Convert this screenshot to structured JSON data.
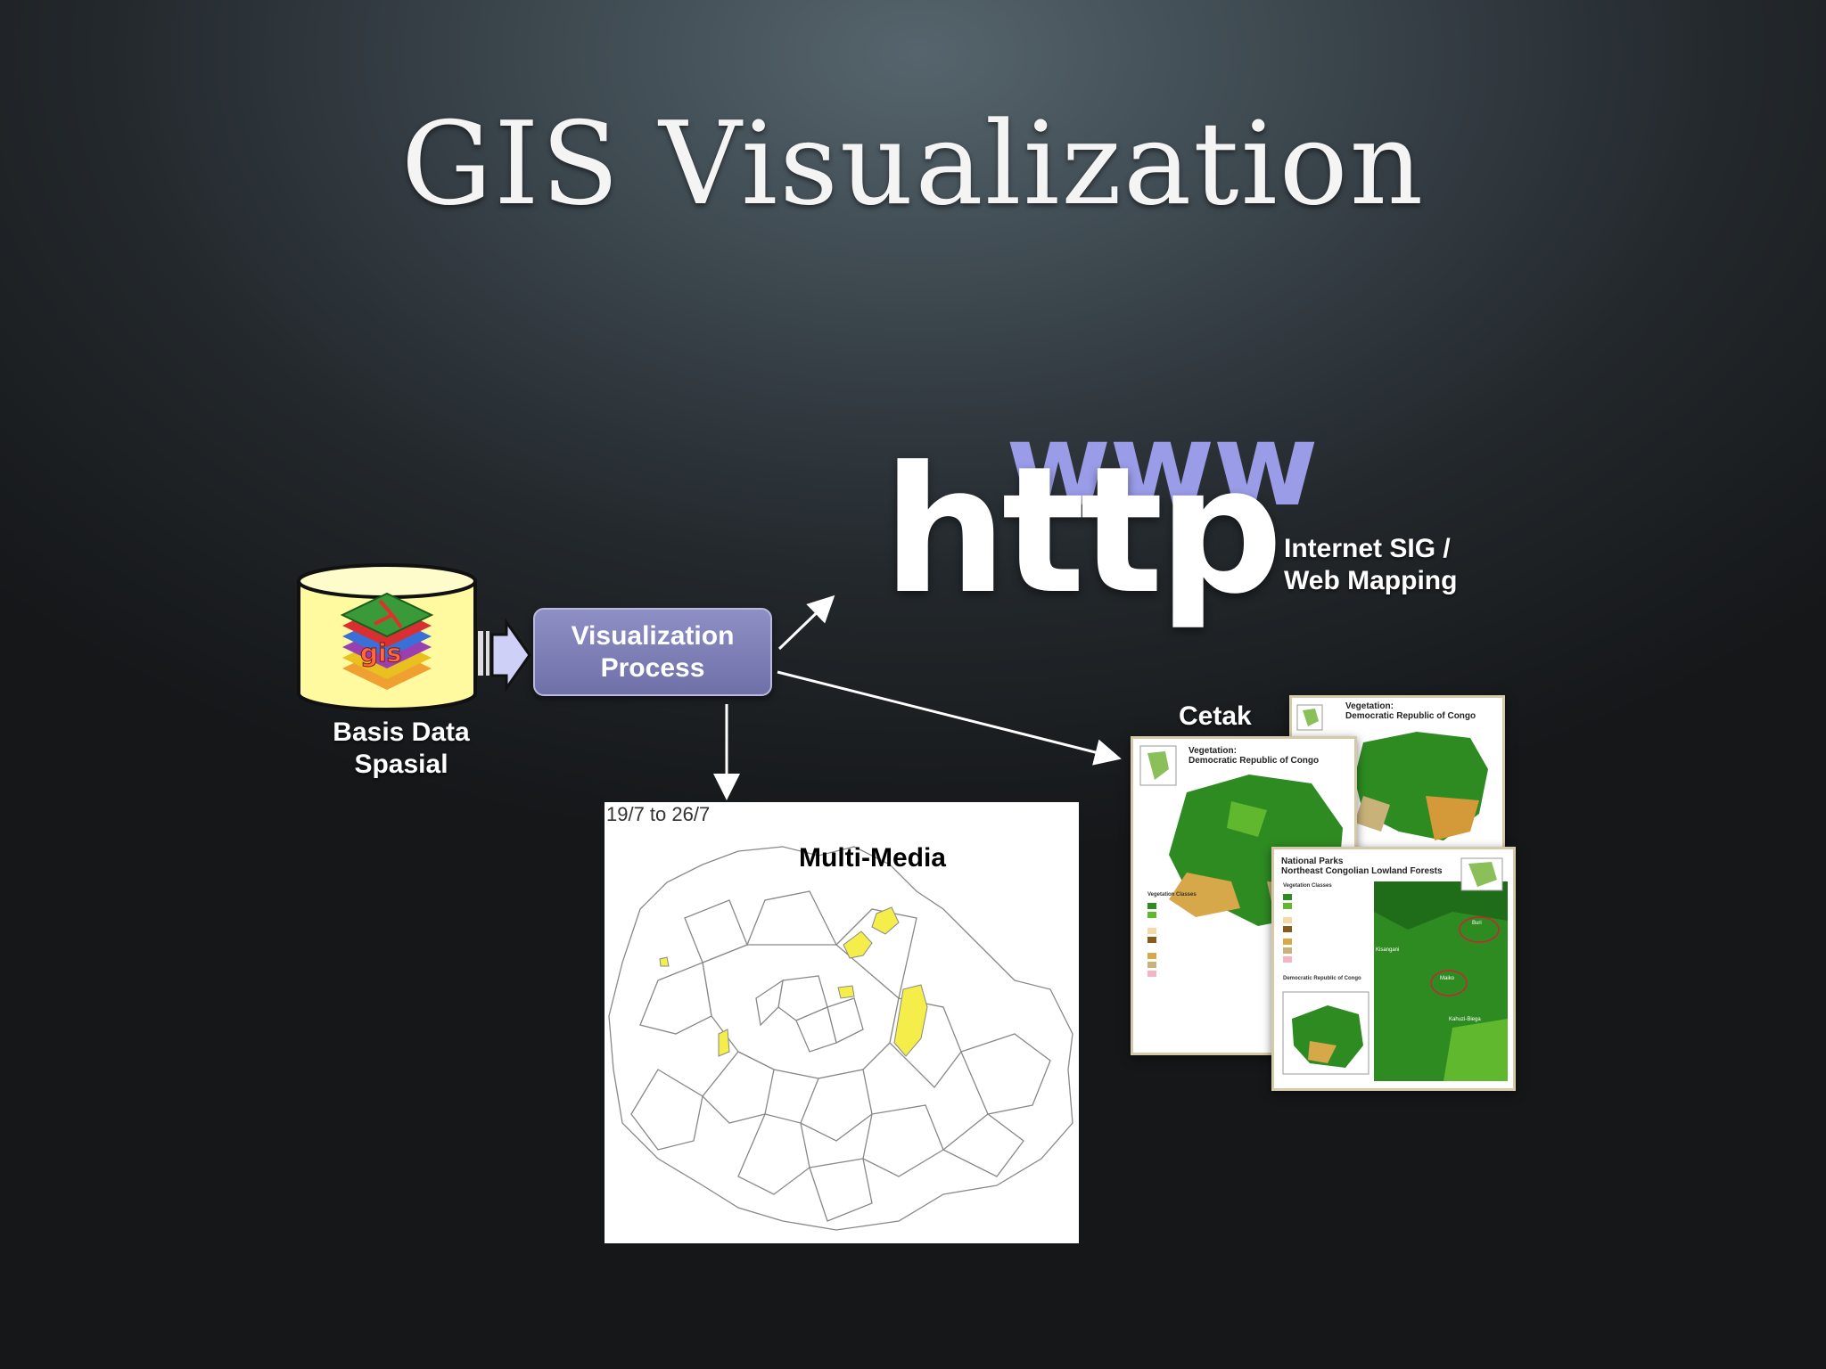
{
  "title": "GIS Visualization",
  "database": {
    "line1": "Basis Data",
    "line2": "Spasial",
    "logo_text": "gis"
  },
  "process": {
    "line1": "Visualization",
    "line2": "Process"
  },
  "web": {
    "www": "www",
    "http": "http",
    "caption_line1": "Internet SIG /",
    "caption_line2": "Web Mapping"
  },
  "multimedia": {
    "date": "19/7 to 26/7",
    "label": "Multi-Media"
  },
  "print": {
    "label": "Cetak",
    "card1_title": "Vegetation:",
    "card1_subtitle": "Democratic Republic of Congo",
    "card2_title": "Vegetation:",
    "card2_subtitle": "Democratic Republic of Congo",
    "card2_legend_title": "Vegetation Classes",
    "card3_title": "National Parks",
    "card3_subtitle": "Northeast Congolian Lowland Forests",
    "card3_legend_title": "Vegetation Classes",
    "card3_legend_sub": "Democratic Republic of Congo",
    "card3_place1": "Buri",
    "card3_place2": "Maiko",
    "card3_place3": "Kahuzi-Biega",
    "card3_place4": "Kisangani"
  },
  "colors": {
    "process_fill": "#7b7cb6",
    "www": "#9a9ce8",
    "cylinder": "#fffaa0",
    "forest": "#2e8b22",
    "highlight": "#f5ee4a"
  }
}
